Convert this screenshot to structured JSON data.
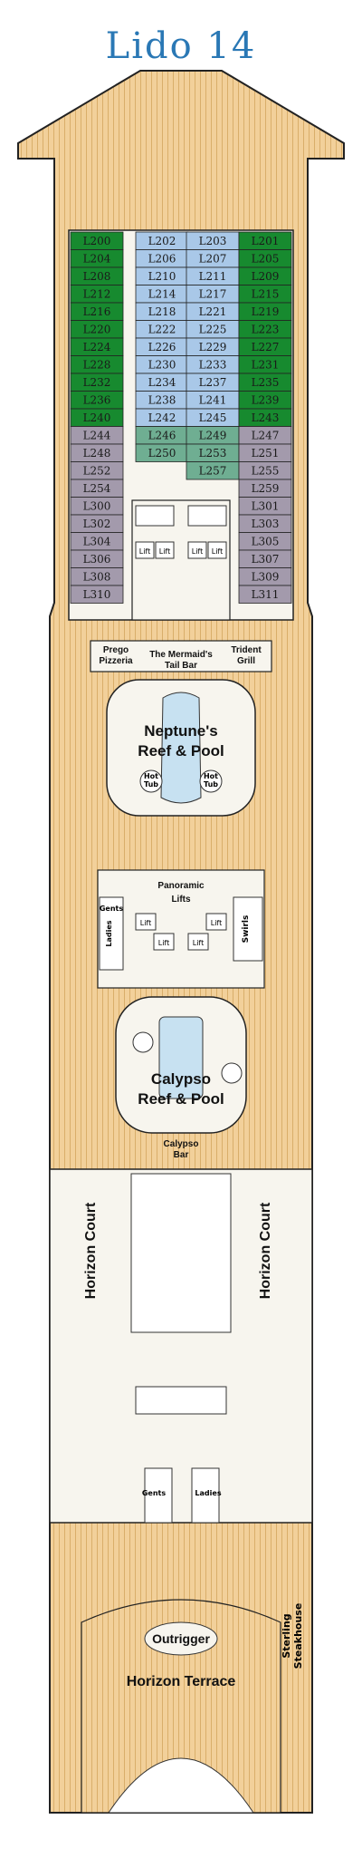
{
  "deck": {
    "title": "Lido 14",
    "colors": {
      "title": "#2a78b5",
      "wood": "#f2d09a",
      "wood_line": "#d9ae6a",
      "outline": "#222222",
      "floor": "#f7f5ee",
      "cabin_green": "#178a2f",
      "cabin_blue": "#a9c8e8",
      "cabin_teal": "#6fae92",
      "cabin_purple": "#a39aac"
    },
    "cabins": {
      "col1": [
        "L200",
        "L204",
        "L208",
        "L212",
        "L216",
        "L220",
        "L224",
        "L228",
        "L232",
        "L236",
        "L240",
        "L244",
        "L248",
        "L252",
        "L254",
        "L300",
        "L302",
        "L304",
        "L306",
        "L308",
        "L310"
      ],
      "col2": [
        "L202",
        "L206",
        "L210",
        "L214",
        "L218",
        "L222",
        "L226",
        "L230",
        "L234",
        "L238",
        "L242",
        "L246",
        "L250"
      ],
      "col3": [
        "L203",
        "L207",
        "L211",
        "L217",
        "L221",
        "L225",
        "L229",
        "L233",
        "L237",
        "L241",
        "L245",
        "L249",
        "L253",
        "L257"
      ],
      "col4": [
        "L201",
        "L205",
        "L209",
        "L215",
        "L219",
        "L223",
        "L227",
        "L231",
        "L235",
        "L239",
        "L243",
        "L247",
        "L251",
        "L255",
        "L259",
        "L301",
        "L303",
        "L305",
        "L307",
        "L309",
        "L311"
      ]
    },
    "venues": {
      "prego_pizzeria": "Prego Pizzeria",
      "mermaids_tail_bar": "The Mermaid's Tail Bar",
      "trident_grill": "Trident Grill",
      "neptunes_reef_pool": "Neptune's Reef & Pool",
      "panoramic_lifts": "Panoramic Lifts",
      "swirls": "Swirls",
      "calypso_reef_pool": "Calypso Reef & Pool",
      "calypso_bar": "Calypso Bar",
      "horizon_court": "Horizon Court",
      "outrigger": "Outrigger",
      "horizon_terrace": "Horizon Terrace",
      "sterling_steakhouse": "Sterling Steakhouse"
    },
    "facilities": {
      "lift": "Lift",
      "hot_tub": "Hot Tub",
      "gents": "Gents",
      "ladies": "Ladies"
    }
  }
}
